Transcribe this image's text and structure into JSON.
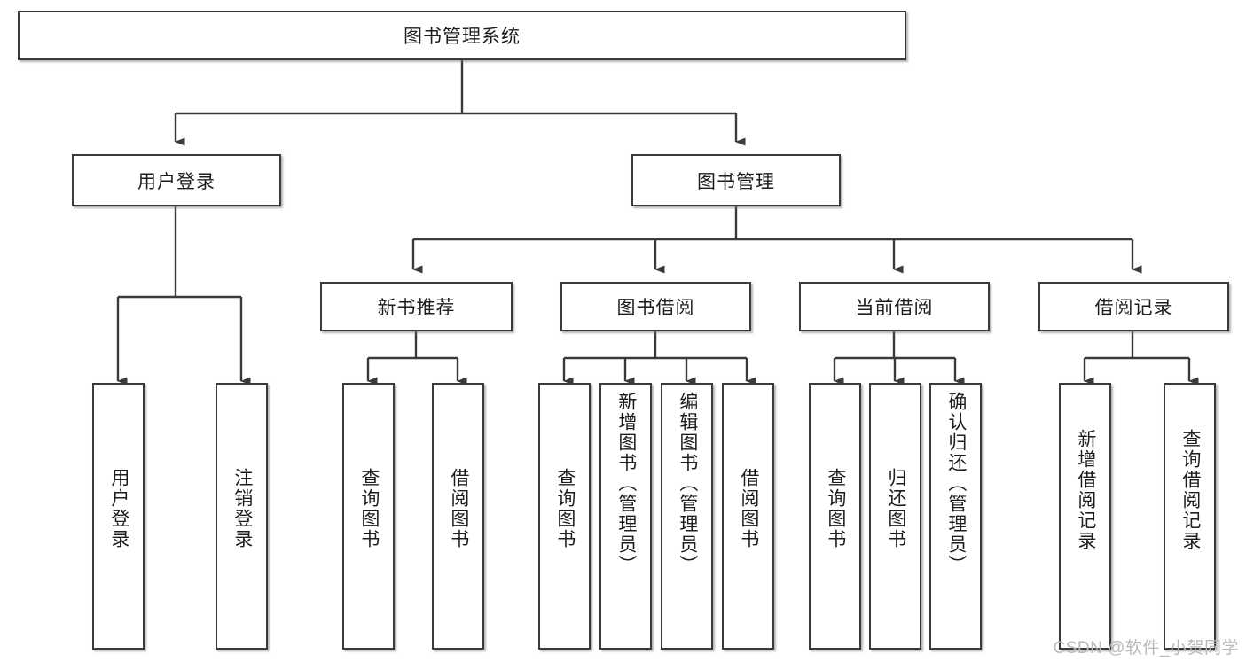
{
  "diagram": {
    "title": "图书管理系统",
    "root": {
      "label": "图书管理系统"
    },
    "level1": [
      {
        "label": "用户登录"
      },
      {
        "label": "图书管理"
      }
    ],
    "level2": [
      {
        "label": "新书推荐"
      },
      {
        "label": "图书借阅"
      },
      {
        "label": "当前借阅"
      },
      {
        "label": "借阅记录"
      }
    ],
    "leaves": {
      "user_login": [
        {
          "label": "用户登录"
        },
        {
          "label": "注销登录"
        }
      ],
      "new_book": [
        {
          "label": "查询图书"
        },
        {
          "label": "借阅图书"
        }
      ],
      "borrow_book": [
        {
          "label": "查询图书"
        },
        {
          "label": "新增图书（管理员）"
        },
        {
          "label": "编辑图书（管理员）"
        },
        {
          "label": "借阅图书"
        }
      ],
      "current_borrow": [
        {
          "label": "查询图书"
        },
        {
          "label": "归还图书"
        },
        {
          "label": "确认归还（管理员）"
        }
      ],
      "borrow_record": [
        {
          "label": "新增借阅记录"
        },
        {
          "label": "查询借阅记录"
        }
      ]
    }
  },
  "watermark": {
    "text": "CSDN @软件_小贺同学"
  },
  "colors": {
    "stroke": "#3a3a3a",
    "text": "#1d1d1d",
    "background": "#ffffff",
    "watermark": "#b9b9b9"
  }
}
